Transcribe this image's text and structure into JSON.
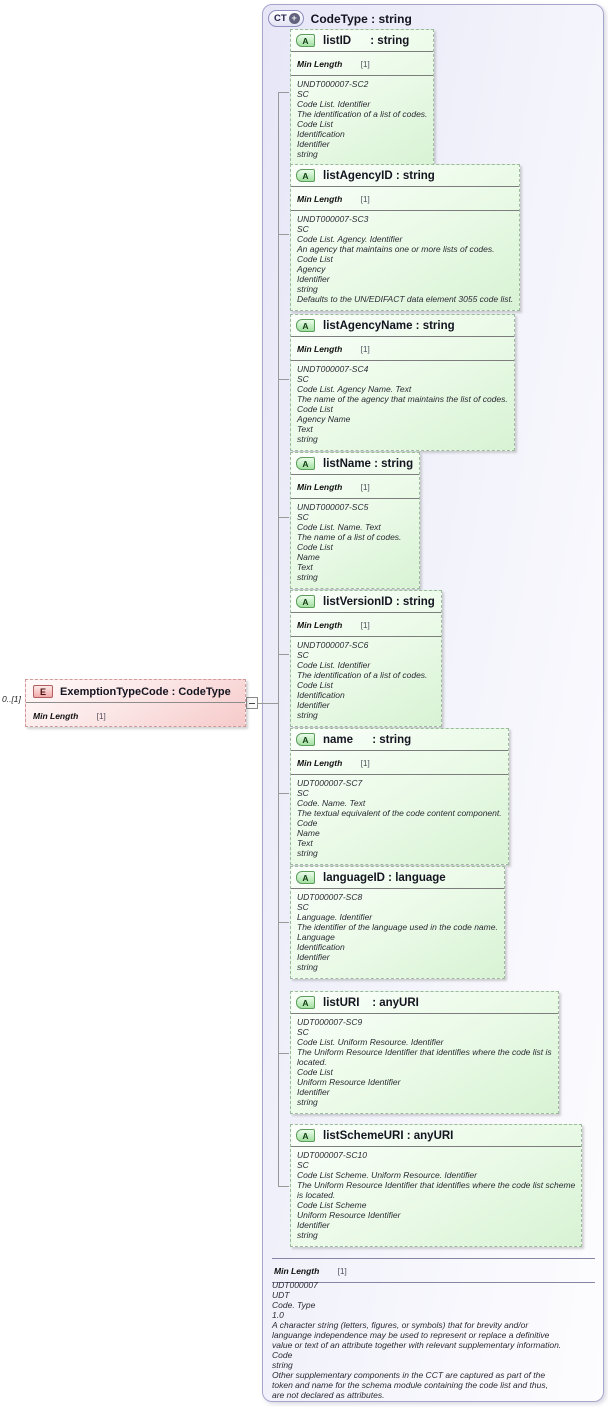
{
  "colors": {
    "ct_border": "#a6a6cd",
    "attr_border": "#9cba9c",
    "element_border": "#cf9a9a",
    "attr_fill": "#e4f7e0",
    "ct_fill": "#ececf9",
    "element_fill": "#fbdada"
  },
  "element": {
    "occurrence": "0..[1]",
    "badge": "E",
    "title": "ExemptionTypeCode : CodeType",
    "facet": {
      "label": "Min Length",
      "value": "[1]"
    }
  },
  "ct": {
    "badge": "CT",
    "badge_plus": "+",
    "title": "CodeType : string",
    "facet": {
      "label": "Min Length",
      "value": "[1]"
    },
    "annotation": "UDT000007\nUDT\nCode. Type\n1.0\nA character string (letters, figures, or symbols) that for brevity and/or\nlanguange independence may be used to represent or replace a definitive\nvalue or text of an attribute together with relevant supplementary information.\nCode\nstring\nOther supplementary components in the CCT are captured as part of the\ntoken and name for the schema module containing the code list and thus,\nare not declared as attributes.",
    "attributes": [
      {
        "badge": "A",
        "title": "listID      : string",
        "facet": {
          "label": "Min Length",
          "value": "[1]"
        },
        "annotation": "UNDT000007-SC2\nSC\nCode List. Identifier\nThe identification of a list of codes.\nCode List\nIdentification\nIdentifier\nstring"
      },
      {
        "badge": "A",
        "title": "listAgencyID : string",
        "facet": {
          "label": "Min Length",
          "value": "[1]"
        },
        "annotation": "UNDT000007-SC3\nSC\nCode List. Agency. Identifier\nAn agency that maintains one or more lists of codes.\nCode List\nAgency\nIdentifier\nstring\nDefaults to the UN/EDIFACT data element 3055 code list."
      },
      {
        "badge": "A",
        "title": "listAgencyName : string",
        "facet": {
          "label": "Min Length",
          "value": "[1]"
        },
        "annotation": "UNDT000007-SC4\nSC\nCode List. Agency Name. Text\nThe name of the agency that maintains the list of codes.\nCode List\nAgency Name\nText\nstring"
      },
      {
        "badge": "A",
        "title": "listName : string",
        "facet": {
          "label": "Min Length",
          "value": "[1]"
        },
        "annotation": "UNDT000007-SC5\nSC\nCode List. Name. Text\nThe name of a list of codes.\nCode List\nName\nText\nstring"
      },
      {
        "badge": "A",
        "title": "listVersionID : string",
        "facet": {
          "label": "Min Length",
          "value": "[1]"
        },
        "annotation": "UNDT000007-SC6\nSC\nCode List. Identifier\nThe identification of a list of codes.\nCode List\nIdentification\nIdentifier\nstring"
      },
      {
        "badge": "A",
        "title": "name      : string",
        "facet": {
          "label": "Min Length",
          "value": "[1]"
        },
        "annotation": "UDT000007-SC7\nSC\nCode. Name. Text\nThe textual equivalent of the code content component.\nCode\nName\nText\nstring"
      },
      {
        "badge": "A",
        "title": "languageID : language",
        "annotation": "UDT000007-SC8\nSC\nLanguage. Identifier\nThe identifier of the language used in the code name.\nLanguage\nIdentification\nIdentifier\nstring"
      },
      {
        "badge": "A",
        "title": "listURI    : anyURI",
        "annotation": "UDT000007-SC9\nSC\nCode List. Uniform Resource. Identifier\nThe Uniform Resource Identifier that identifies where the code list is\nlocated.\nCode List\nUniform Resource Identifier\nIdentifier\nstring"
      },
      {
        "badge": "A",
        "title": "listSchemeURI : anyURI",
        "annotation": "UDT000007-SC10\nSC\nCode List Scheme. Uniform Resource. Identifier\nThe Uniform Resource Identifier that identifies where the code list scheme\nis located.\nCode List Scheme\nUniform Resource Identifier\nIdentifier\nstring"
      }
    ]
  }
}
